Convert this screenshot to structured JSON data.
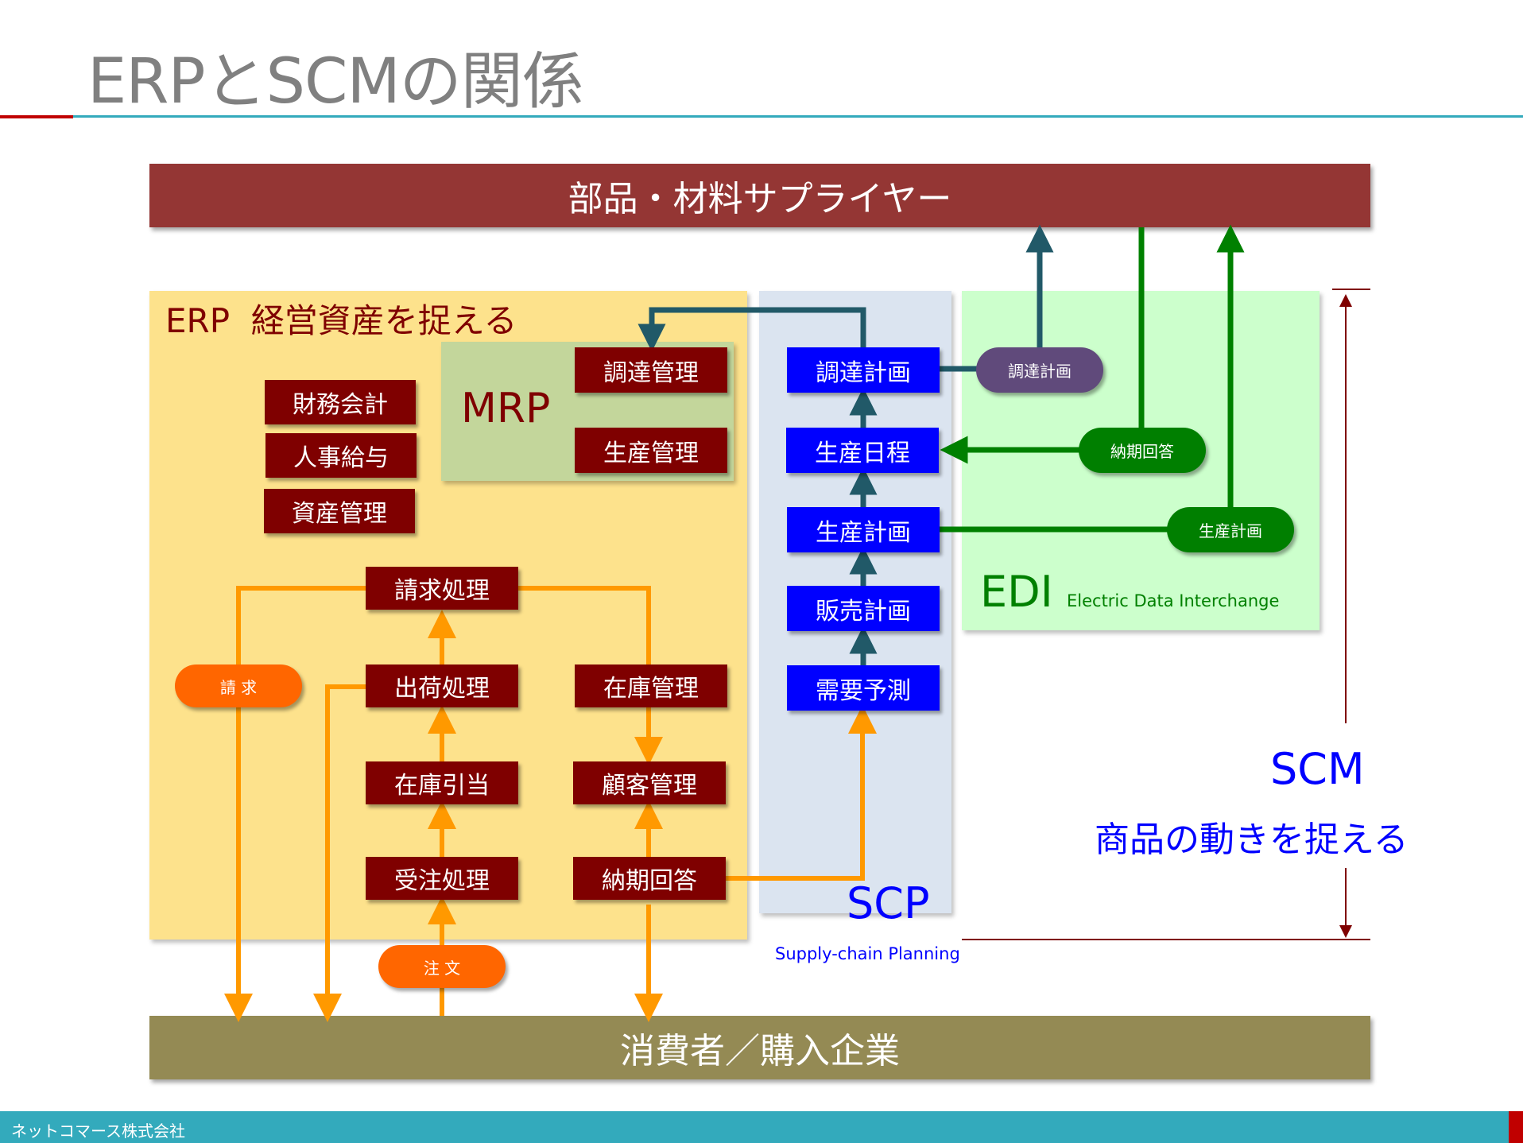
{
  "title": "ERPとSCMの関係",
  "bands": {
    "supplier": "部品・材料サプライヤー",
    "consumer": "消費者／購入企業"
  },
  "regions": {
    "erp": "ERP  経営資産を捉える",
    "mrp": "MRP",
    "scp": "SCP",
    "scp_sub": "Supply-chain Planning",
    "edi": "EDI",
    "edi_sub": "Electric Data Interchange",
    "scm": "SCM",
    "scm_sub": "商品の動きを捉える"
  },
  "erp_boxes": {
    "finance": "財務会計",
    "hr": "人事給与",
    "assets": "資産管理",
    "procurement_mgmt": "調達管理",
    "production_mgmt": "生産管理",
    "billing": "請求処理",
    "shipping": "出荷処理",
    "inventory_mgmt": "在庫管理",
    "allocation": "在庫引当",
    "customer_mgmt": "顧客管理",
    "order_receipt": "受注処理",
    "delivery_reply": "納期回答"
  },
  "scp_boxes": {
    "procurement_plan": "調達計画",
    "production_schedule": "生産日程",
    "production_plan": "生産計画",
    "sales_plan": "販売計画",
    "demand_forecast": "需要予測"
  },
  "pills": {
    "edi_procurement": "調達計画",
    "edi_delivery": "納期回答",
    "edi_production": "生産計画",
    "billing": "請 求",
    "order": "注 文"
  },
  "colors": {
    "maroon": "#7f0000",
    "blue": "#0000ff",
    "orange": "#ff9900",
    "teal": "#215968",
    "green": "#008000"
  },
  "footer": {
    "company": "ネットコマース株式会社"
  }
}
